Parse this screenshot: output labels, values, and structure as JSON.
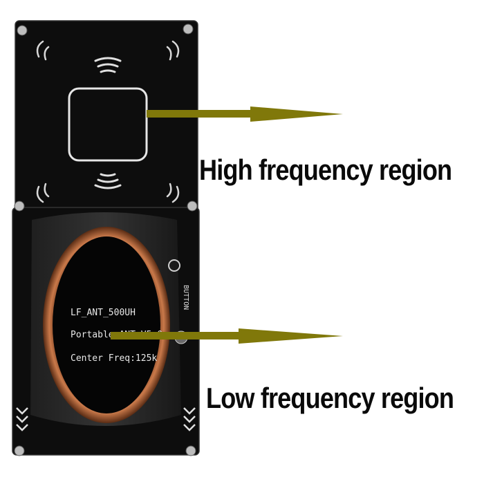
{
  "labels": {
    "high_frequency": "High frequency region",
    "low_frequency": "Low frequency region"
  },
  "board": {
    "silkscreen_line1": "LF_ANT_500UH",
    "silkscreen_line2": "Portable ANT V5.0",
    "silkscreen_line3": "Center Freq:125k",
    "button_label": "BUTTON"
  },
  "colors": {
    "arrow": "#80780a",
    "board": "#0d0d0d",
    "coil": "#b5643a",
    "silkscreen": "#e8e8e8"
  }
}
